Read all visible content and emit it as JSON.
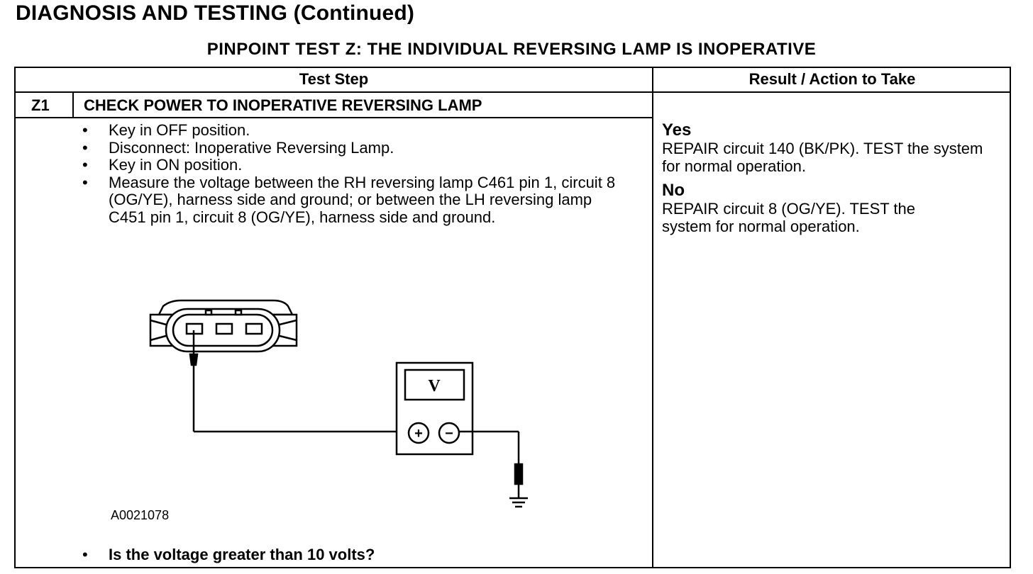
{
  "page": {
    "title": "DIAGNOSIS AND TESTING (Continued)",
    "test_title": "PINPOINT TEST Z: THE INDIVIDUAL REVERSING LAMP IS INOPERATIVE"
  },
  "table": {
    "headers": {
      "test_step": "Test Step",
      "result": "Result / Action to Take"
    },
    "step": {
      "id": "Z1",
      "title": "CHECK POWER TO INOPERATIVE REVERSING LAMP",
      "bullets": [
        "Key in OFF position.",
        "Disconnect: Inoperative Reversing Lamp.",
        "Key in ON position.",
        "Measure the voltage between the RH reversing lamp C461 pin 1, circuit 8 (OG/YE), harness side and ground; or between the LH reversing lamp C451 pin 1, circuit 8 (OG/YE), harness side and ground."
      ],
      "figure": {
        "id": "A0021078",
        "meter_symbol": "V",
        "plus": "+",
        "minus": "−"
      },
      "question": "Is the voltage greater than 10 volts?"
    },
    "results": [
      {
        "label": "Yes",
        "action": "REPAIR circuit 140 (BK/PK). TEST the system for normal operation."
      },
      {
        "label": "No",
        "action": "REPAIR circuit 8 (OG/YE). TEST the system for normal operation."
      }
    ]
  }
}
